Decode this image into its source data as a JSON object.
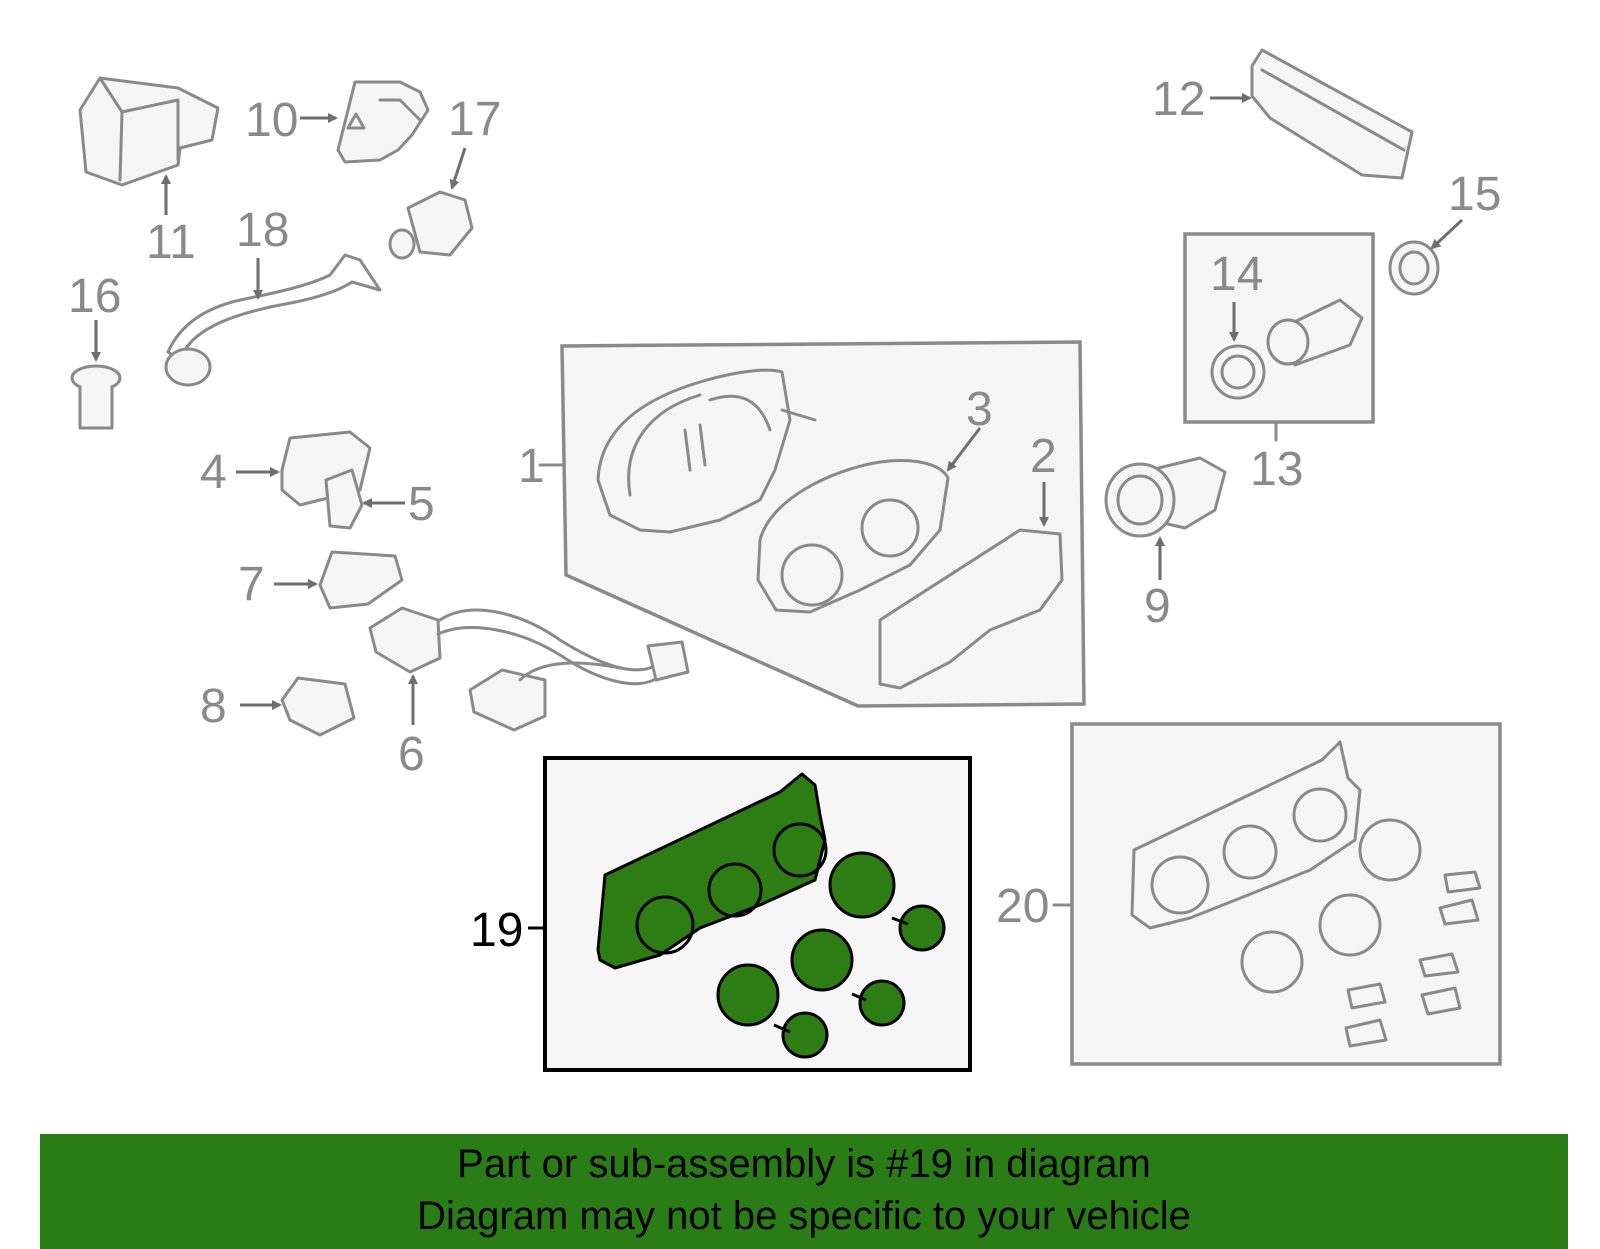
{
  "colors": {
    "highlight_fill": "#2e7d14",
    "banner_bg": "#2a7d16",
    "part_stroke": "#8a8a8a",
    "panel_fill": "#f6f6f6"
  },
  "callouts": {
    "n1": "1",
    "n2": "2",
    "n3": "3",
    "n4": "4",
    "n5": "5",
    "n6": "6",
    "n7": "7",
    "n8": "8",
    "n9": "9",
    "n10": "10",
    "n11": "11",
    "n12": "12",
    "n13": "13",
    "n14": "14",
    "n15": "15",
    "n16": "16",
    "n17": "17",
    "n18": "18",
    "n19": "19",
    "n20": "20"
  },
  "banner": {
    "line1": "Part or sub-assembly is #19 in diagram",
    "line2": "Diagram may not be specific to your vehicle"
  }
}
